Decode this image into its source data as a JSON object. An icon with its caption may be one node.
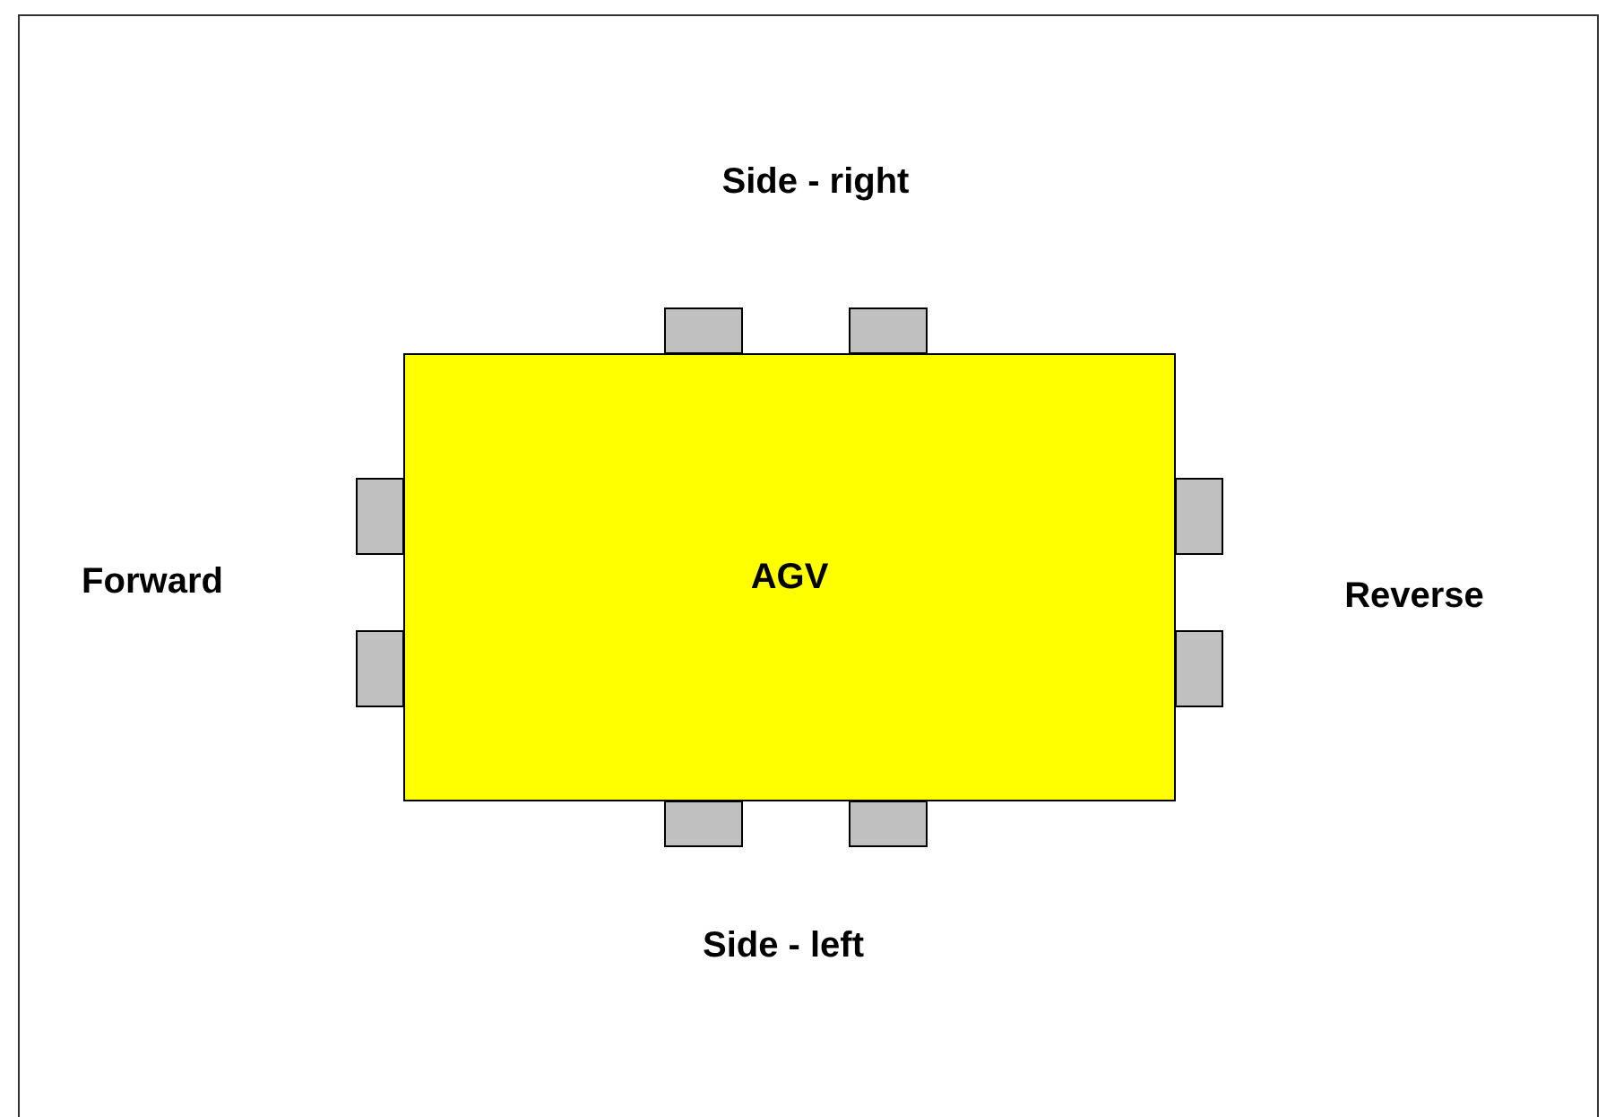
{
  "diagram": {
    "nodes": [
      {
        "text": [
          "AGV"
        ]
      }
    ],
    "labels": [
      "Side - right",
      "Forward",
      "Reverse",
      "Side - left"
    ]
  }
}
